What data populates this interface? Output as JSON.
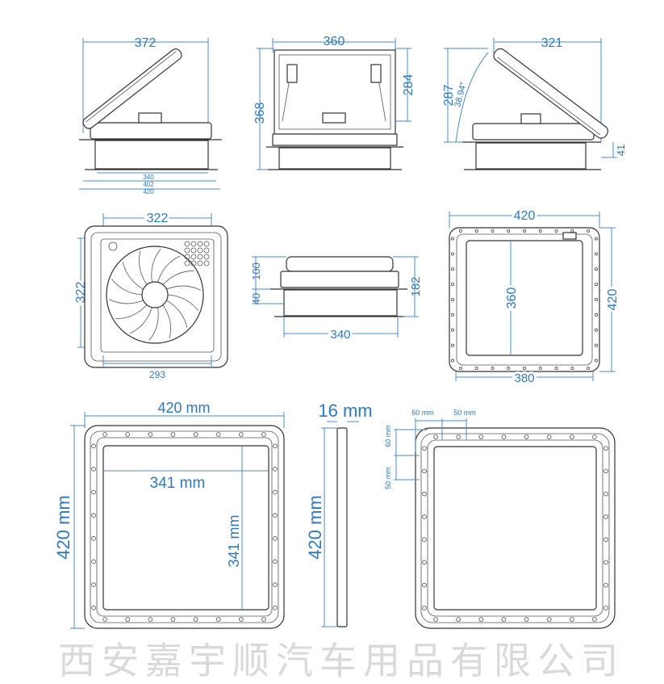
{
  "views": {
    "side_open": {
      "width_top": "372",
      "dims_bottom": [
        "340",
        "402",
        "420"
      ]
    },
    "front_open": {
      "width": "360",
      "height_total": "368",
      "height_frame": "284"
    },
    "side_profile": {
      "width": "321",
      "height": "287",
      "angle": "38.94°",
      "flange": "41"
    },
    "fan_top": {
      "width": "322",
      "height": "322",
      "bottom": "293"
    },
    "side_closed": {
      "upper": "100",
      "lower": "40",
      "total": "182",
      "width": "340"
    },
    "frame_top": {
      "width": "420",
      "inner": "360",
      "height": "420",
      "bottom": "380"
    },
    "trim_ring": {
      "width": "420 mm",
      "height": "420 mm",
      "inner_w": "341 mm",
      "inner_h": "341 mm"
    },
    "trim_side": {
      "thickness": "16 mm",
      "height": "420 mm"
    },
    "hole_spacing": {
      "h1": "60 mm",
      "h2": "50 mm",
      "v1": "60 mm",
      "v2": "50 mm"
    }
  },
  "watermark": "西安嘉宇顺汽车用品有限公司",
  "colors": {
    "dimension": "#2f78bd",
    "outline": "#333333"
  }
}
